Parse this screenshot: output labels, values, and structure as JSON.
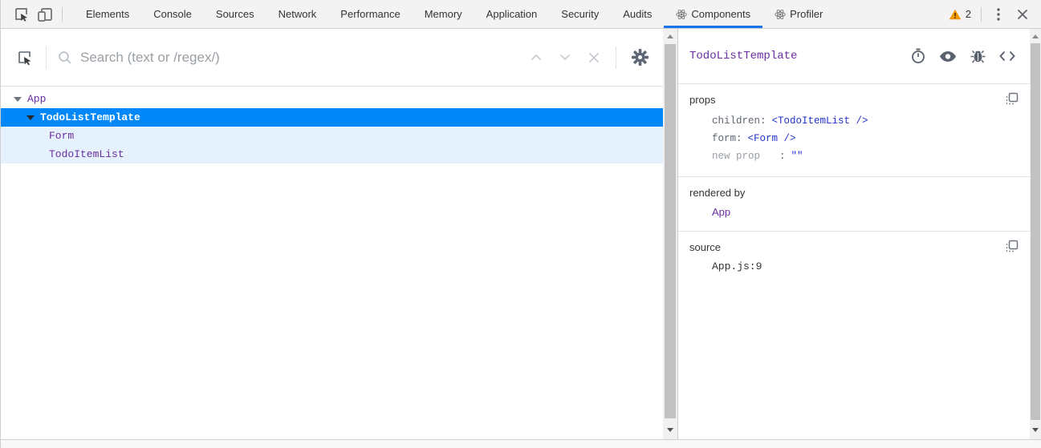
{
  "toolbar": {
    "tabs": [
      {
        "label": "Elements",
        "active": false
      },
      {
        "label": "Console",
        "active": false
      },
      {
        "label": "Sources",
        "active": false
      },
      {
        "label": "Network",
        "active": false
      },
      {
        "label": "Performance",
        "active": false
      },
      {
        "label": "Memory",
        "active": false
      },
      {
        "label": "Application",
        "active": false
      },
      {
        "label": "Security",
        "active": false
      },
      {
        "label": "Audits",
        "active": false
      },
      {
        "label": "Components",
        "active": true,
        "icon": "react-icon"
      },
      {
        "label": "Profiler",
        "active": false,
        "icon": "react-icon"
      }
    ],
    "warning_count": "2"
  },
  "left_panel": {
    "search": {
      "placeholder": "Search (text or /regex/)"
    },
    "tree": [
      {
        "label": "App",
        "depth": 0,
        "expanded": true,
        "selected": false
      },
      {
        "label": "TodoListTemplate",
        "depth": 1,
        "expanded": true,
        "selected": true
      },
      {
        "label": "Form",
        "depth": 2,
        "selected": false,
        "in_selected_subtree": true
      },
      {
        "label": "TodoItemList",
        "depth": 2,
        "selected": false,
        "in_selected_subtree": true
      }
    ]
  },
  "right_panel": {
    "title": "TodoListTemplate",
    "props": {
      "label": "props",
      "rows": [
        {
          "key": "children",
          "colon": ":",
          "value": "<TodoItemList />"
        },
        {
          "key": "form",
          "colon": ":",
          "value": "<Form />"
        }
      ],
      "new_prop": {
        "key": "new prop",
        "colon": ":",
        "value": "\"\""
      }
    },
    "rendered_by": {
      "label": "rendered by",
      "items": [
        {
          "label": "App"
        }
      ]
    },
    "source": {
      "label": "source",
      "value": "App.js:9"
    }
  },
  "colors": {
    "accent_blue": "#1a73e8",
    "selected_row_blue": "#0088fa",
    "selected_subtree_bg": "#e5f1fc",
    "component_purple": "#6A2EA0",
    "prop_value_blue": "#2233cc",
    "warning_amber": "#f29900",
    "toolbar_bg": "#f3f3f3"
  }
}
